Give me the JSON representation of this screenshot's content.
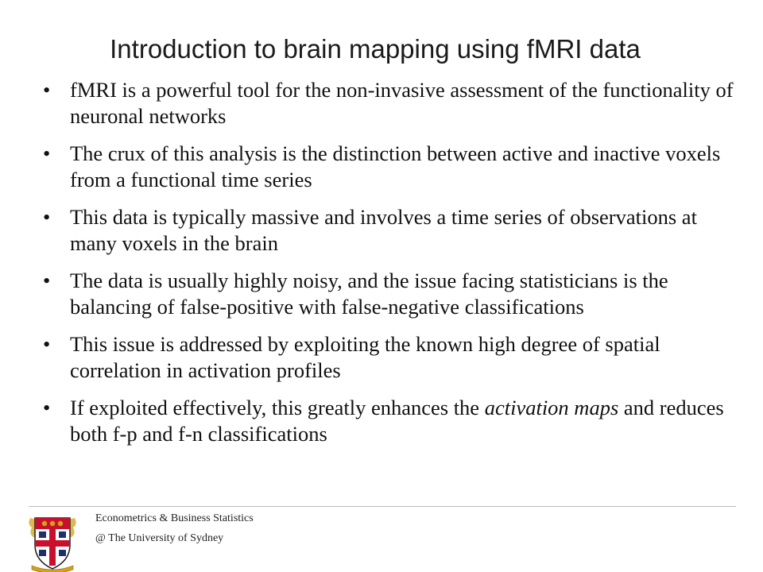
{
  "slide": {
    "title": "Introduction to brain mapping using fMRI data",
    "bullet_glyph": "•",
    "bullets": [
      {
        "text": "fMRI is a powerful tool for the non-invasive assessment of the functionality of neuronal networks"
      },
      {
        "text": "The crux of this analysis is the distinction between active and inactive voxels from a functional time series"
      },
      {
        "text": "This data is typically massive and involves a time series of observations at many voxels in the brain"
      },
      {
        "text": "The data is usually highly noisy, and the issue facing statisticians is the balancing of false-positive with false-negative classifications"
      },
      {
        "text": "This issue is addressed by exploiting the known high degree of spatial correlation in activation profiles"
      },
      {
        "text_before": "If exploited effectively, this greatly enhances the ",
        "text_emphasis": "activation maps",
        "text_after": " and reduces both f-p and f-n classifications"
      }
    ]
  },
  "footer": {
    "department": "Econometrics & Business Statistics",
    "university": "@ The University of Sydney",
    "logo_icon": "university-crest-icon"
  },
  "colors": {
    "text": "#111111",
    "crest_red": "#c8102e",
    "crest_blue": "#1f2f6b",
    "crest_gold": "#d4a017"
  }
}
